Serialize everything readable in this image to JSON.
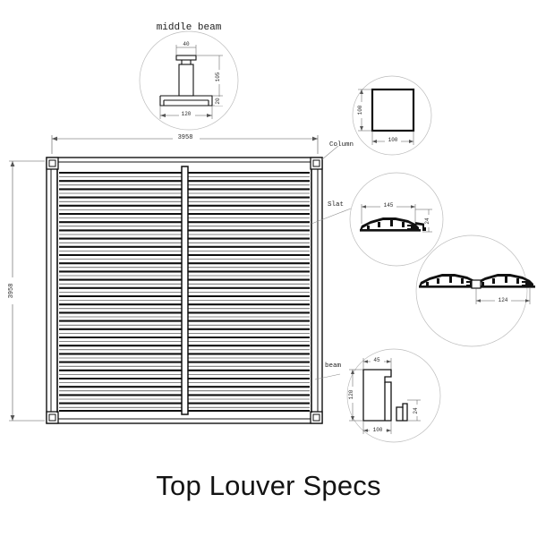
{
  "title": "Top Louver Specs",
  "drawing": {
    "name": "top-louver-plan",
    "overall": {
      "width_label": "3958",
      "height_label": "3958"
    },
    "callouts": [
      {
        "id": "column",
        "label": "Column"
      },
      {
        "id": "slat",
        "label": "Slat"
      },
      {
        "id": "beam",
        "label": "beam"
      }
    ],
    "slat_count": 29,
    "panel_count": 2
  },
  "details": [
    {
      "id": "middle-beam",
      "title": "middle beam",
      "dims": {
        "top_width": "40",
        "right_height": "105",
        "right_base": "20",
        "bottom_width": "120"
      }
    },
    {
      "id": "column",
      "title": "",
      "dims": {
        "height": "100",
        "width": "100"
      }
    },
    {
      "id": "slat",
      "title": "",
      "dims": {
        "width": "145",
        "height": "24"
      }
    },
    {
      "id": "slat-pair",
      "title": "",
      "dims": {
        "pitch": "124"
      }
    },
    {
      "id": "beam",
      "title": "",
      "dims": {
        "top_width": "45",
        "left_height": "120",
        "bottom_width": "100",
        "right_height": "24"
      }
    }
  ],
  "colors": {
    "ink": "#111111",
    "thin": "#4a4a4a",
    "dim": "#555555",
    "circle": "#b9b9b9",
    "background": "#ffffff"
  }
}
